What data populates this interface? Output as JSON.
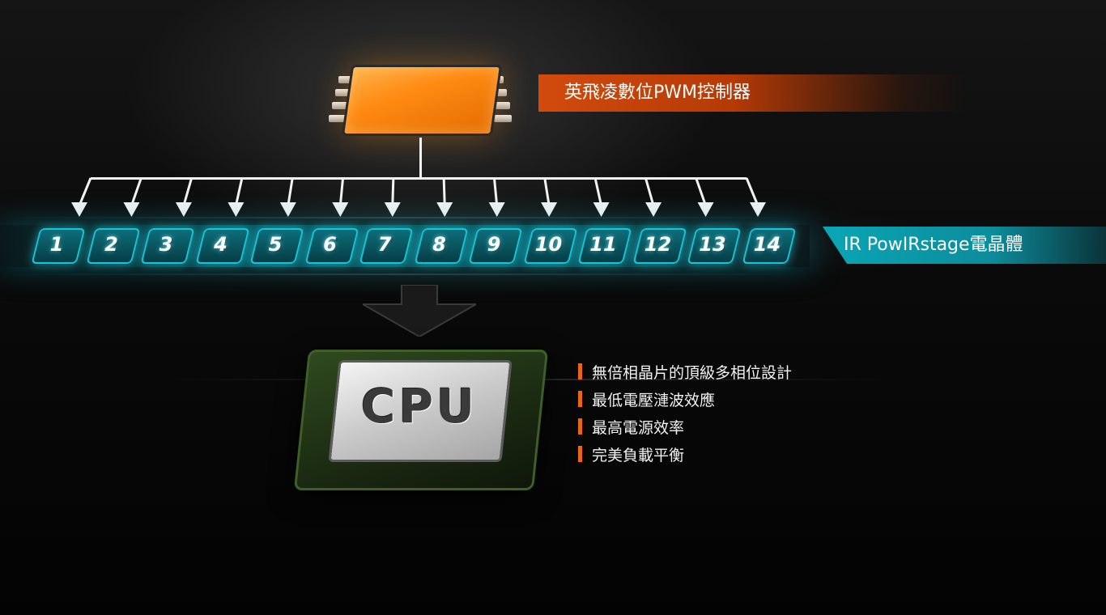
{
  "pwm_controller": {
    "label": "英飛凌數位PWM控制器",
    "color": "#ff8a12"
  },
  "power_stages": {
    "label": "IR PowIRstage電晶體",
    "phases": [
      "1",
      "2",
      "3",
      "4",
      "5",
      "6",
      "7",
      "8",
      "9",
      "10",
      "11",
      "12",
      "13",
      "14"
    ],
    "color": "#19c3d6"
  },
  "cpu": {
    "label": "CPU"
  },
  "features": [
    "無倍相晶片的頂級多相位設計",
    "最低電壓漣波效應",
    "最高電源效率",
    "完美負載平衡"
  ],
  "accent_color": "#e8661a"
}
